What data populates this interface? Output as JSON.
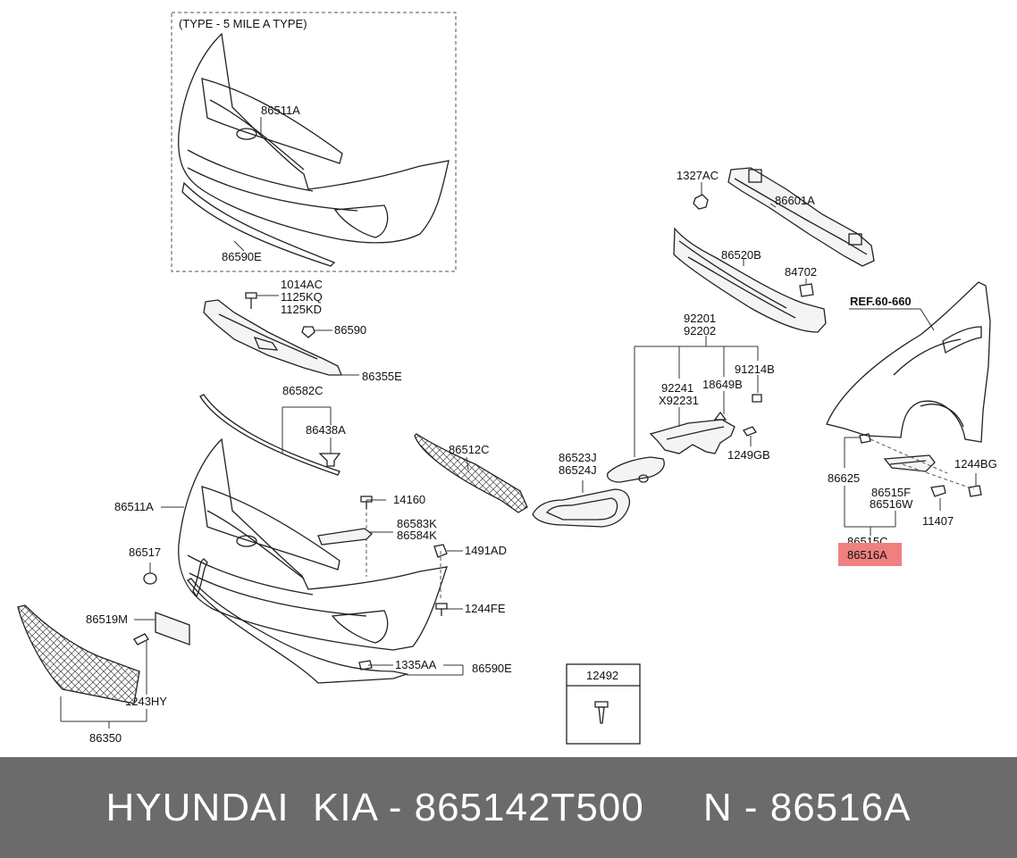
{
  "inset_title": "(TYPE - 5 MILE A TYPE)",
  "ref_label": "REF.60-660",
  "highlight_color": "#f08080",
  "labels": {
    "p86511A_top": "86511A",
    "p86590E_top": "86590E",
    "p1327AC": "1327AC",
    "p86601A": "86601A",
    "p86520B": "86520B",
    "p84702": "84702",
    "p1014AC": "1014AC",
    "p1125KQ": "1125KQ",
    "p1125KD": "1125KD",
    "p86590": "86590",
    "p86355E": "86355E",
    "p86582C": "86582C",
    "p86438A": "86438A",
    "p86512C": "86512C",
    "p92201": "92201",
    "p92202": "92202",
    "p91214B": "91214B",
    "p92241": "92241",
    "pX92231": "X92231",
    "p18649B": "18649B",
    "p1249GB": "1249GB",
    "p86523J": "86523J",
    "p86524J": "86524J",
    "p86511A": "86511A",
    "p14160": "14160",
    "p86583K": "86583K",
    "p86584K": "86584K",
    "p86517": "86517",
    "p1491AD": "1491AD",
    "p86519M": "86519M",
    "p1244FE": "1244FE",
    "p1243HY": "1243HY",
    "p1335AA": "1335AA",
    "p86590E": "86590E",
    "p86350": "86350",
    "p12492": "12492",
    "p86625": "86625",
    "p1244BG": "1244BG",
    "p86515F": "86515F",
    "p86516W": "86516W",
    "p11407": "11407",
    "p86515C": "86515C",
    "p86516A": "86516A"
  },
  "footer": {
    "text": "HYUNDAI  KIA - 865142T500     N - 86516A"
  }
}
